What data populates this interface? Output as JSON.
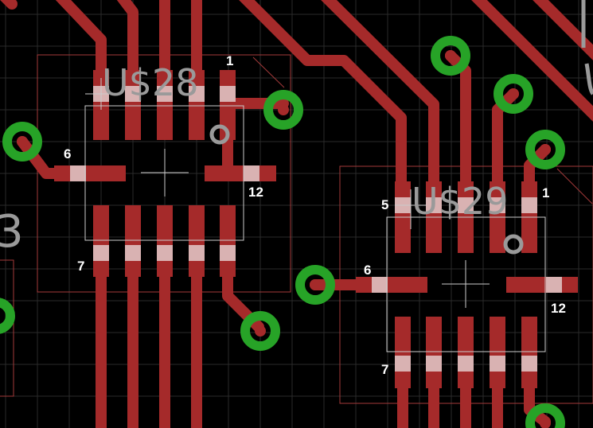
{
  "colors": {
    "background": "#000000",
    "grid": "#2a2a2a",
    "trace": "#a52a2a",
    "pad_highlight": "#d9b2b2",
    "via_ring": "#27a327",
    "via_hole": "#a52a2a",
    "outline": "#cccccc",
    "courtyard": "#a33a3a",
    "text_gray": "#9a9a9a"
  },
  "components": [
    {
      "name": "U$28",
      "pin_labels": {
        "first": "1",
        "left": "6",
        "right": "12",
        "bottom": "7"
      }
    },
    {
      "name": "U$29",
      "pin_labels": {
        "top_left": "5",
        "first": "1",
        "left": "6",
        "right": "12",
        "bottom": "7"
      }
    }
  ],
  "edge_text": {
    "left": "3"
  }
}
